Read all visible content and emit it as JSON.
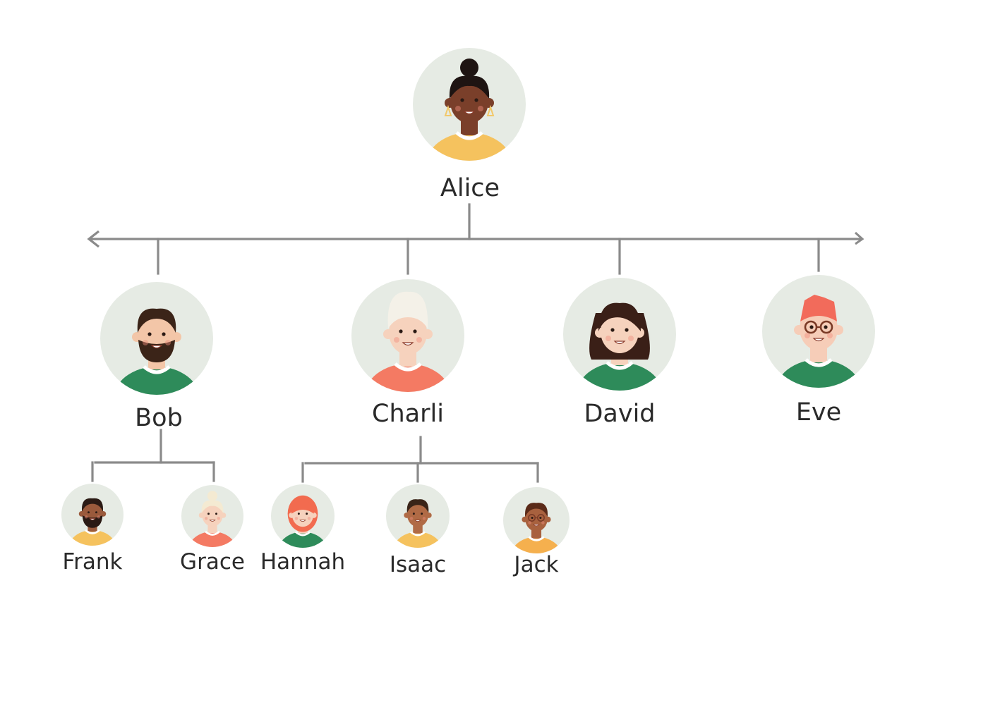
{
  "diagram": {
    "line_color": "#8a8a8a",
    "avatar_bg": "#e6ebe4",
    "root": {
      "name": "Alice"
    },
    "children": [
      {
        "name": "Bob",
        "children": [
          {
            "name": "Frank"
          },
          {
            "name": "Grace"
          }
        ]
      },
      {
        "name": "Charli",
        "children": [
          {
            "name": "Hannah"
          },
          {
            "name": "Isaac"
          },
          {
            "name": "Jack"
          }
        ]
      },
      {
        "name": "David",
        "children": []
      },
      {
        "name": "Eve",
        "children": []
      }
    ],
    "avatars": {
      "Alice": {
        "skin": "#7a3f2a",
        "hair": "#1e1412",
        "shirt": "#f5c25e",
        "hair_style": "bun",
        "earrings": true
      },
      "Bob": {
        "skin": "#f3c6a8",
        "hair": "#3b2418",
        "shirt": "#2e8b5a",
        "hair_style": "short",
        "beard": true
      },
      "Charli": {
        "skin": "#f6d2bd",
        "hair": "#f4f1e8",
        "shirt": "#f47a63",
        "hair_style": "tall"
      },
      "David": {
        "skin": "#f6d2bd",
        "hair": "#3a1f17",
        "shirt": "#2e8b5a",
        "hair_style": "long"
      },
      "Eve": {
        "skin": "#f6cdb8",
        "hair": "#f26b5b",
        "shirt": "#2e8b5a",
        "hair_style": "spiky",
        "glasses": true
      },
      "Frank": {
        "skin": "#9a5a3c",
        "hair": "#2a1a14",
        "shirt": "#f5c25e",
        "hair_style": "short",
        "beard": true
      },
      "Grace": {
        "skin": "#f6d2bd",
        "hair": "#f4ead2",
        "shirt": "#f47a63",
        "hair_style": "bun"
      },
      "Hannah": {
        "skin": "#f6d2bd",
        "hair": "#f26b4f",
        "shirt": "#2e8b5a",
        "hair_style": "curly"
      },
      "Isaac": {
        "skin": "#b06a45",
        "hair": "#3a2418",
        "shirt": "#f5c25e",
        "hair_style": "short"
      },
      "Jack": {
        "skin": "#a8613e",
        "hair": "#5a2a18",
        "shirt": "#f5b04e",
        "hair_style": "curly_short",
        "glasses": true
      }
    }
  }
}
